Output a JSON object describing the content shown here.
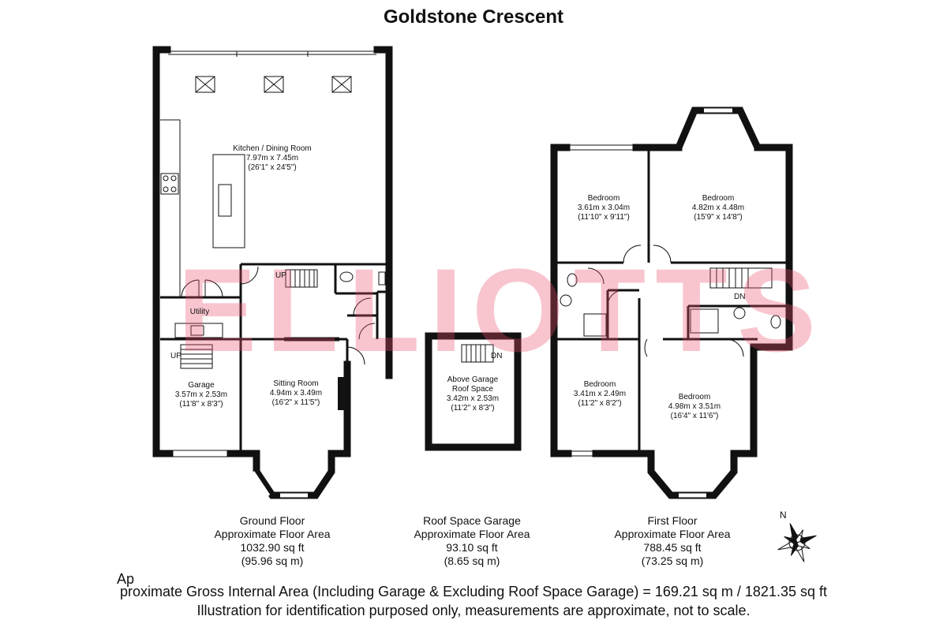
{
  "title": "Goldstone Crescent",
  "watermark": "ELLIOTTS",
  "colors": {
    "wall": "#111111",
    "watermark": "#eb506e"
  },
  "rooms": {
    "kitchen": {
      "name": "Kitchen / Dining Room",
      "metric": "7.97m x 7.45m",
      "imperial": "(26'1\" x 24'5\")"
    },
    "utility": {
      "name": "Utility"
    },
    "garage": {
      "name": "Garage",
      "metric": "3.57m x 2.53m",
      "imperial": "(11'8\" x 8'3\")"
    },
    "sitting": {
      "name": "Sitting Room",
      "metric": "4.94m x 3.49m",
      "imperial": "(16'2\" x 11'5\")"
    },
    "roof_space": {
      "name_line1": "Above Garage",
      "name_line2": "Roof Space",
      "metric": "3.42m x 2.53m",
      "imperial": "(11'2\" x 8'3\")"
    },
    "bed1": {
      "name": "Bedroom",
      "metric": "3.61m x 3.04m",
      "imperial": "(11'10\" x 9'11\")"
    },
    "bed2": {
      "name": "Bedroom",
      "metric": "4.82m x 4.48m",
      "imperial": "(15'9\" x 14'8\")"
    },
    "bed3": {
      "name": "Bedroom",
      "metric": "3.41m x 2.49m",
      "imperial": "(11'2\" x 8'2\")"
    },
    "bed4": {
      "name": "Bedroom",
      "metric": "4.98m x 3.51m",
      "imperial": "(16'4\" x 11'6\")"
    }
  },
  "stair_labels": {
    "up": "UP",
    "dn": "DN"
  },
  "floors": {
    "ground": {
      "name": "Ground Floor",
      "label": "Approximate Floor Area",
      "sqft": "1032.90 sq ft",
      "sqm": "(95.96 sq m)"
    },
    "roof": {
      "name": "Roof Space Garage",
      "label": "Approximate Floor Area",
      "sqft": "93.10 sq ft",
      "sqm": "(8.65 sq m)"
    },
    "first": {
      "name": "First Floor",
      "label": "Approximate Floor Area",
      "sqft": "788.45 sq ft",
      "sqm": "(73.25 sq m)"
    }
  },
  "compass": {
    "north": "N",
    "icon": "compass-rose-icon"
  },
  "footer": {
    "overlap_fragment": "Ap",
    "gross_area": "proximate Gross Internal Area (Including Garage & Excluding Roof Space Garage) = 169.21 sq m / 1821.35 sq ft",
    "disclaimer": "Illustration for identification purposed only, measurements are approximate, not to scale."
  }
}
